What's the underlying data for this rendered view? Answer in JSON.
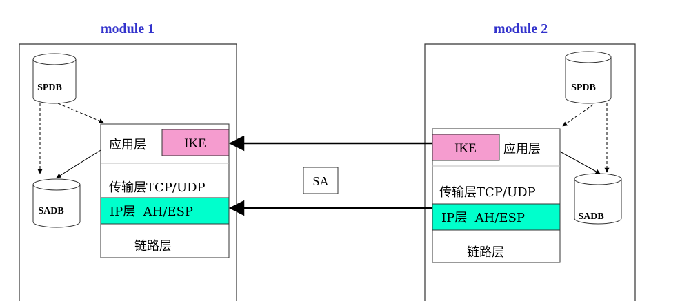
{
  "colors": {
    "title": "#3333cc",
    "ike_fill": "#f59ccf",
    "ip_fill": "#00ffcc",
    "line": "#000000",
    "frame": "#333333"
  },
  "module1": {
    "title": "module 1",
    "spdb": "SPDB",
    "sadb": "SADB",
    "app_layer": "应用层",
    "ike": "IKE",
    "transport_layer": "传输层TCP/UDP",
    "ip_layer": "IP层  AH/ESP",
    "link_layer": "链路层"
  },
  "module2": {
    "title": "module 2",
    "spdb": "SPDB",
    "sadb": "SADB",
    "app_layer": "应用层",
    "ike": "IKE",
    "transport_layer": "传输层TCP/UDP",
    "ip_layer": "IP层  AH/ESP",
    "link_layer": "链路层"
  },
  "sa_label": "SA"
}
